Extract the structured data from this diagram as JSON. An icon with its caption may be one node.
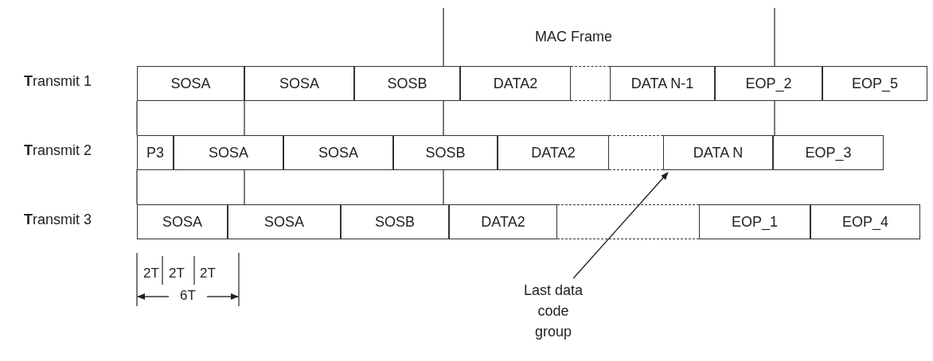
{
  "diagram": {
    "nodes": [
      {
        "text": [
          "SOSA"
        ]
      },
      {
        "text": [
          "SOSA"
        ]
      },
      {
        "text": [
          "SOSB"
        ]
      },
      {
        "text": [
          "DATA2"
        ]
      },
      {
        "text": [],
        "shape": "box"
      },
      {
        "text": [
          "DATA N-1"
        ]
      },
      {
        "text": [
          "EOP_2"
        ]
      },
      {
        "text": [
          "EOP_5"
        ]
      },
      {
        "text": [
          "P3"
        ]
      },
      {
        "text": [
          "SOSA"
        ]
      },
      {
        "text": [
          "SOSA"
        ]
      },
      {
        "text": [
          "SOSB"
        ]
      },
      {
        "text": [
          "DATA2"
        ]
      },
      {
        "text": [],
        "shape": "box"
      },
      {
        "text": [
          "DATA N"
        ]
      },
      {
        "text": [
          "EOP_3"
        ]
      },
      {
        "text": [
          "SOSA"
        ]
      },
      {
        "text": [
          "SOSA"
        ]
      },
      {
        "text": [
          "SOSB"
        ]
      },
      {
        "text": [
          "DATA2"
        ]
      },
      {
        "text": [],
        "shape": "box"
      },
      {
        "text": [
          "EOP_1"
        ]
      },
      {
        "text": [
          "EOP_4"
        ]
      },
      {
        "text": [
          "Last data code group"
        ]
      }
    ],
    "edges": [
      {
        "from": 23,
        "to": 14,
        "arrow": "to"
      }
    ],
    "labels": [
      "MAC Frame",
      "**T**ransmit 1",
      "**T**ransmit 2",
      "**T**ransmit 3",
      "2T",
      "2T",
      "2T",
      "6T"
    ]
  }
}
